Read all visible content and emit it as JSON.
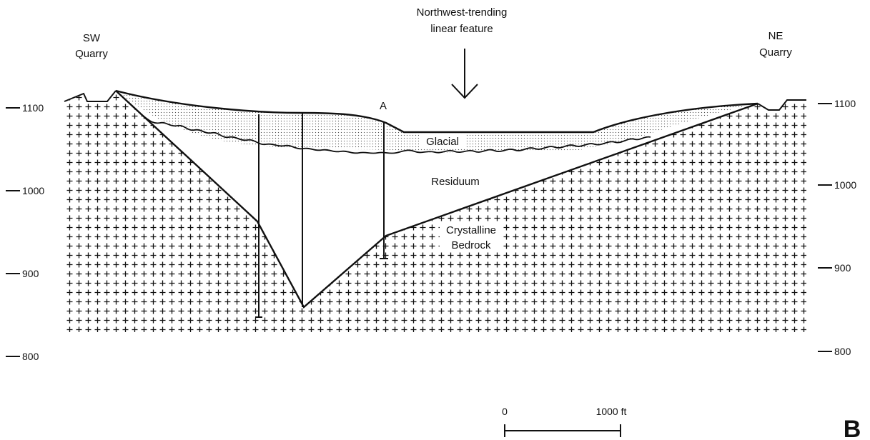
{
  "labels": {
    "sw_quarry": [
      "SW",
      "Quarry"
    ],
    "ne_quarry": [
      "NE",
      "Quarry"
    ],
    "linear_feature": [
      "Northwest-trending",
      "linear feature"
    ],
    "point_a": "A",
    "glacial": "Glacial",
    "residuum": "Residuum",
    "bedrock": [
      "Crystalline",
      "Bedrock"
    ],
    "panel": "B"
  },
  "elevation_axis": {
    "ticks": [
      "1100",
      "1000",
      "900",
      "800"
    ]
  },
  "scale_bar": {
    "start_label": "0",
    "end_label": "1000 ft"
  },
  "colors": {
    "ink": "#111111",
    "glacial_dot": "#555555"
  }
}
